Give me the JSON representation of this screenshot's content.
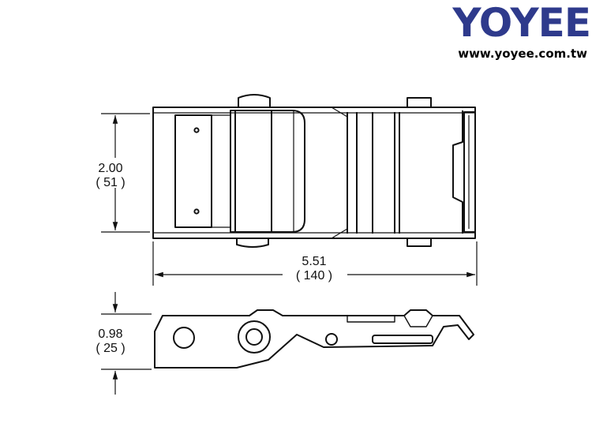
{
  "brand": {
    "name": "YOYEE",
    "url": "www.yoyee.com.tw",
    "color_primary": "#2e3a8c",
    "color_accent": "#d9232d"
  },
  "drawing": {
    "line_color": "#111111",
    "width_dim": {
      "inch": "2.00",
      "mm": "( 51 )"
    },
    "length_dim": {
      "inch": "5.51",
      "mm": "( 140 )"
    },
    "height_dim": {
      "inch": "0.98",
      "mm": "( 25 )"
    }
  }
}
